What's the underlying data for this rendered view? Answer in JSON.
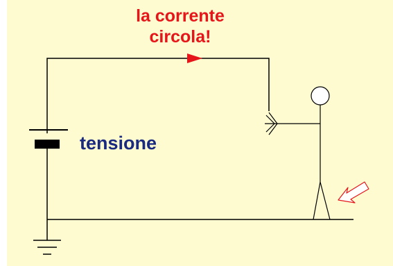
{
  "labels": {
    "current_line1": "la corrente",
    "current_line2": "circola!",
    "voltage": "tensione"
  },
  "colors": {
    "background": "#fdfbcf",
    "wire": "#000000",
    "current_text": "#e6151a",
    "voltage_text": "#1a2a80",
    "pointer_arrow_stroke": "#e6151a"
  },
  "icons": [
    "battery-symbol",
    "ground-symbol",
    "stick-figure-person",
    "current-direction-arrow",
    "pointer-arrow"
  ]
}
